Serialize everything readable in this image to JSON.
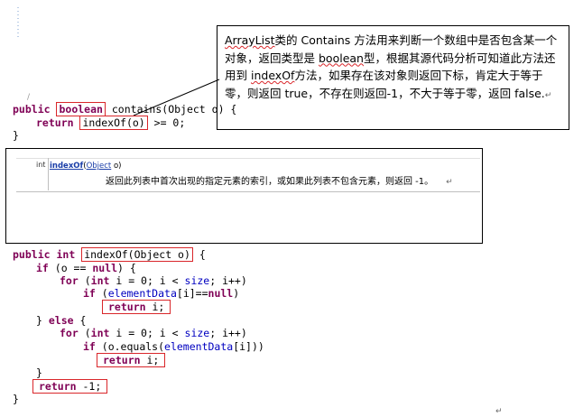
{
  "callout": {
    "t1": "ArrayList",
    "t2": "类的 Contains 方法用来判断一个数组中是否包含某一个对象，返回类型是",
    "t3": "boolean",
    "t4": "型，根据其源代码分析可知道此方法还用到",
    "t5": "indexOf",
    "t6": "方法，如果存在该对象则返回下标，肯定大于等于零，则返回 true，不存在则返回-1，不大于等于零，返回 false.",
    "mark": "↵"
  },
  "contains_code": {
    "public": "public",
    "boolean": "boolean",
    "sig": " contains(Object o) {",
    "return": "return",
    "call": "indexOf(o)",
    "rest": " >= 0;",
    "close": "}"
  },
  "javadoc": {
    "type": "int",
    "method": "indexOf",
    "param_open": "(",
    "param_type": "Object",
    "param_rest": " o)",
    "desc": "返回此列表中首次出现的指定元素的索引，或如果此列表不包含元素，则返回 -1。",
    "mark": "↵"
  },
  "indexof_code": {
    "l1_public": "public",
    "l1_int": "int",
    "l1_sig": "indexOf(Object o)",
    "l1_brace": " {",
    "l2_if": "if",
    "l2_null": "null",
    "l2_rest_a": " (o == ",
    "l2_rest_b": ") {",
    "l3_for": "for",
    "l3_int": "int",
    "l3_a": " (",
    "l3_b": " i = 0; i < ",
    "l3_size": "size",
    "l3_c": "; i++)",
    "l4_if": "if",
    "l4_a": " (",
    "l4_field": "elementData",
    "l4_b": "[i]==",
    "l4_null": "null",
    "l4_c": ")",
    "l5_return": "return",
    "l5_rest": " i;",
    "l6_a": "} ",
    "l6_else": "else",
    "l6_b": " {",
    "l7_for": "for",
    "l7_int": "int",
    "l7_a": " (",
    "l7_b": " i = 0; i < ",
    "l7_size": "size",
    "l7_c": "; i++)",
    "l8_if": "if",
    "l8_a": " (o.equals(",
    "l8_field": "elementData",
    "l8_b": "[i]))",
    "l9_return": "return",
    "l9_rest": " i;",
    "l10": "}",
    "l11_return": "return",
    "l11_rest": " -1;",
    "l12": "}"
  },
  "page_mark": "↵"
}
